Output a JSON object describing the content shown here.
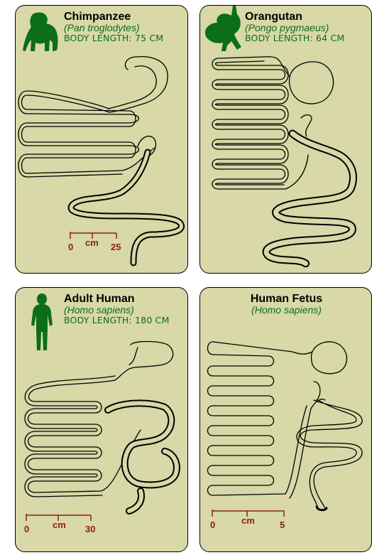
{
  "panels": [
    {
      "name": "Chimpanzee",
      "scientific": "(Pan troglodytes)",
      "body_length": "BODY LENGTH: 75 CM",
      "scale": {
        "start": "0",
        "unit": "cm",
        "end": "25"
      },
      "silhouette_icon": "chimpanzee-icon"
    },
    {
      "name": "Orangutan",
      "scientific": "(Pongo pygmaeus)",
      "body_length": "BODY LENGTH: 64 CM",
      "silhouette_icon": "orangutan-icon"
    },
    {
      "name": "Adult Human",
      "scientific": "(Homo sapiens)",
      "body_length": "BODY LENGTH: 180 CM",
      "scale": {
        "start": "0",
        "unit": "cm",
        "end": "30"
      },
      "silhouette_icon": "human-icon"
    },
    {
      "name": "Human Fetus",
      "scientific": "(Homo sapiens)",
      "scale": {
        "start": "0",
        "unit": "cm",
        "end": "5"
      }
    }
  ],
  "colors": {
    "card": "#d8d8a8",
    "accent_green": "#0c6e18",
    "scale_red": "#8a1e1e"
  }
}
